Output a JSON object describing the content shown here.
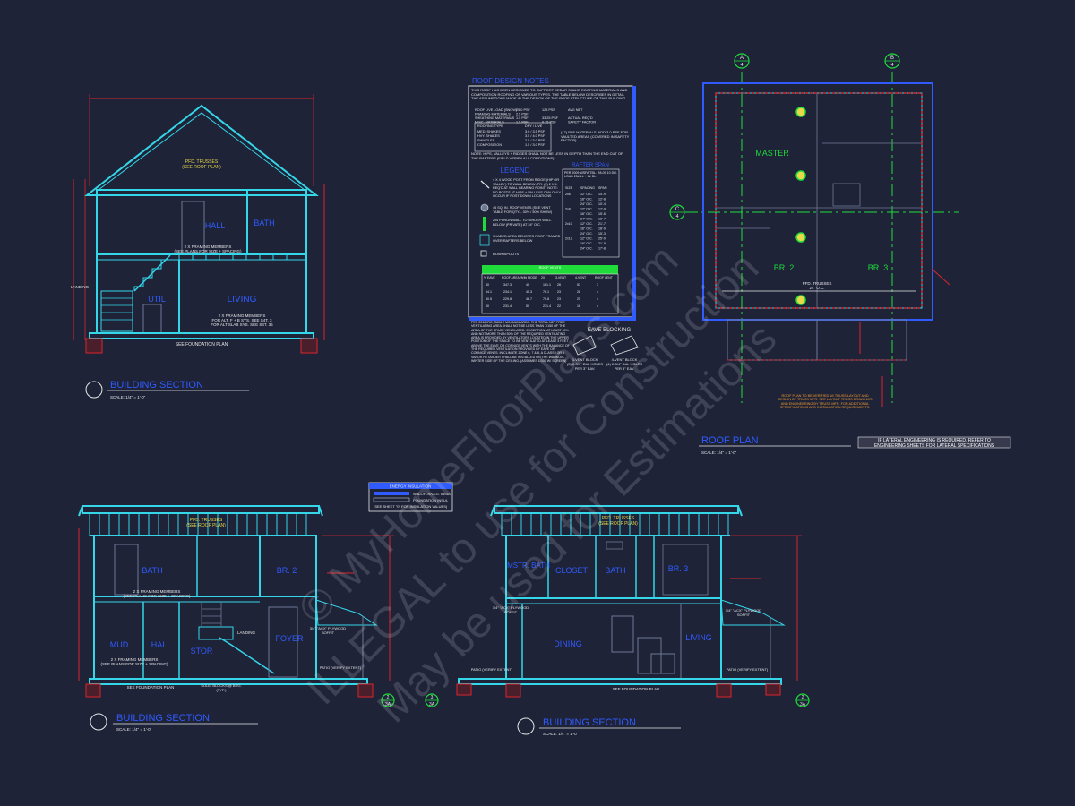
{
  "section_a": {
    "title": "BUILDING SECTION",
    "scale": "SCALE: 1/4\" = 1'-0\"",
    "trusses": "PFD. TRUSSES",
    "trusses_note": "(SEE ROOF PLAN)",
    "rooms": [
      "HALL",
      "BATH",
      "LIVING",
      "UTIL"
    ],
    "framing": "2 X FRAMING MEMBERS",
    "framing_note": "(SEE PLANS FOR SIZE + SPACING)",
    "framing_note2": "FOR ALT. F + B SYS. SEE S4T. 3",
    "framing_note3": "FOR ALT SLAB SYS. SEE S4T. 35",
    "foundation": "SEE FOUNDATION PLAN",
    "landing": "LANDING"
  },
  "notes": {
    "title": "ROOF DESIGN NOTES",
    "intro": "THIS ROOF HAS BEEN DESIGNED TO SUPPORT CEDAR SHAKE ROOFING MATERIALS AND COMPOSITION ROOFING OF VARIOUS TYPES. THE TABLE BELOW DESCRIBES IN DETAIL THE ASSUMPTIONS MADE IN THE DESIGN OF THE ROOF STRUCTURE OF THIS BUILDING.",
    "loads": [
      [
        "ROOF LIVE LOAD (SNOW)",
        "25.0 PSF",
        "125 PSF",
        "AVG NET"
      ],
      [
        "FRAMING MATERIALS",
        "2.5 PSF",
        "",
        ""
      ],
      [
        "SHEATHING MATERIALS",
        "1.5 PSF",
        "33.25 PSF",
        "ACTUAL REQ'D"
      ],
      [
        "MISC. MATERIALS",
        "1.5 PSF",
        "0.75 PSF",
        "SAFETY FACTOR"
      ]
    ],
    "roof_types_header": [
      "ROOFING TYPE",
      "DRY / LIVE"
    ],
    "roof_types": [
      [
        "MED. SHAKES",
        "3.0 / 3.5 PSF"
      ],
      [
        "HVY. SHAKES",
        "3.5 / 4.0 PSF"
      ],
      [
        "SHINGLES",
        "2.5 / 3.0 PSF"
      ],
      [
        "COMPOSITION",
        "1.5 / 3.0 PSF"
      ]
    ],
    "note_vaults": "NOTE: HIPS, VALLEYS + RIDGES SHALL NOT BE LESS IN DEPTH THAN THE END CUT OF THE RAFTERS (FIELD VERIFY ALL CONDITIONS)",
    "weight_note": "(17) PSF MATERIALS. ADD 3.0 PSF FOR VAULTED AREAS (COVERED IN SAFETY FACTOR)",
    "legend_title": "LEGEND",
    "legend_items": [
      "4 X 4 WOOD POST FROM RIDGE (HIP OR VALLEY) TO WALL BELOW (PR. (2) 2 X 4 REQ'D AT WALL BEARING POINT) NOTE: NO POSTS AT HIPS + VALLEYS CAN ONLY OCCUR IF POST DOWN LOCATIONS",
      "45 SQ. IN. ROOF VENTS (SEE VENT TABLE FOR QTY. - 30% / 50%  SHOW)",
      "2x4 PURLIN WALL TO GIRDER WALL BELOW (PRIVATE) AT 24\" O.C.",
      "SHADED AREA DENOTES ROOF FRAMED OVER RAFTERS BELOW",
      "DOWNSPOUTS"
    ],
    "span_title": "RAFTER SPAN",
    "span_note": "PER 2009 WSFA TBL. R8-09 10 DR. LOAD 25# LL + 8# DL",
    "span_header": [
      "SIZE",
      "SPACING",
      "SPAN"
    ],
    "span_rows": [
      [
        "2x6",
        "12\" O.C.",
        "14'-9\""
      ],
      [
        "",
        "16\" O.C.",
        "12'-8\""
      ],
      [
        "",
        "24\" O.C.",
        "10'-4\""
      ],
      [
        "2x8",
        "12\" O.C.",
        "17'-9\""
      ],
      [
        "",
        "16\" O.C.",
        "15'-6\""
      ],
      [
        "",
        "24\" O.C.",
        "12'-7\""
      ],
      [
        "2x10",
        "12\" O.C.",
        "21'-7\""
      ],
      [
        "",
        "16\" O.C.",
        "18'-9\""
      ],
      [
        "",
        "24\" O.C.",
        "15'-3\""
      ],
      [
        "2x12",
        "12\" O.C.",
        "25'-0\""
      ],
      [
        "",
        "16\" O.C.",
        "21'-8\""
      ],
      [
        "",
        "24\" O.C.",
        "17'-8\""
      ]
    ],
    "vents_title": "ROOF VENTS",
    "vents_header": [
      "% EAVE",
      "ROOF AREA (ft²)",
      "% RIDGE",
      "2X",
      "3-VENT",
      "4-VENT",
      "ROOF VENT"
    ],
    "vents_rows": [
      [
        "40",
        "347.3",
        "40",
        "161.1",
        "26",
        "53",
        "3"
      ],
      [
        "54.1",
        "234.1",
        "45.3",
        "78.1",
        "23",
        "28",
        "4"
      ],
      [
        "50.5",
        "229.8",
        "46.7",
        "70.8",
        "23",
        "25",
        "4"
      ],
      [
        "50",
        "231.4",
        "50",
        "231.4",
        "22",
        "16",
        "4"
      ]
    ],
    "vent_para": "PER 2015 IRC, R806.2 MINIMUM AREA: THE TOTAL NET FREE VENTILATING AREA SHALL NOT BE LESS THAN 1/150 OF THE AREA OF THE SPACE VENTILATED. EXCEPTION: AT LEAST 40% AND NOT MORE THAN 50% OF THE REQUIRED VENTILATING AREA IS PROVIDED BY VENTILATORS LOCATED IN THE UPPER PORTION OF THE SPACE TO BE VENTILATED AT LEAST 3 FEET ABOVE THE EAVE OR CORNICE VENTS WITH THE BALANCE OF THE REQUIRED VENTILATION PROVIDED BY EAVE OR CORNICE VENTS. IN CLIMATE ZONE 6, 7 & 8, A CLASS I OR II VAPOR RETARDER SHALL BE INSTALLED ON THE WARM-IN-WINTER SIDE OF THE CEILING. (ASSUMES 1/300 W/ SCREEN)",
    "eave_title": "EAVE BLOCKING",
    "eave_3": "3-VENT BLOCK",
    "eave_3b": "(3) 2-3/4\" DIA. HOLES",
    "eave_3c": "PER 3\" EAV.",
    "eave_4": "4-VENT BLOCK",
    "eave_4b": "(4) 2-3/4\" DIA. HOLES",
    "eave_4c": "PER 3\" EAV."
  },
  "roof_plan": {
    "title": "ROOF PLAN",
    "scale": "SCALE: 1/4\" = 1'-0\"",
    "rooms": [
      "MASTER",
      "BR. 2",
      "BR. 3"
    ],
    "trusses": "PFD. TRUSSES",
    "trusses2": "24\" O.C.",
    "note": "ROOF PLAN TO BE VERIFIED W/ TRUSS LAYOUT AND DESIGN BY TRUSS MFR. SEE LAYOUT TRUSS DRAWINGS AND ENGINEERING BY TRUSS MFR. FOR ADDITIONAL SPECIFICATIONS AND INSTALLATION REQUIREMENTS.",
    "markers": [
      {
        "num": "A",
        "sheet": "4"
      },
      {
        "num": "B",
        "sheet": "4"
      },
      {
        "num": "C",
        "sheet": "4"
      }
    ],
    "engineering_1": "IF LATERAL ENGINEERING IS REQUIRED, REFER TO",
    "engineering_2": "ENGINEERING SHEETS FOR LATERAL SPECIFICATIONS"
  },
  "energy": {
    "title": "ENERGY INSULATION",
    "line1": "WALL/FLR/CLG. INSUL",
    "line2": "FOUNDATION INSUL",
    "line3": "(SEE SHEET \"0\" FOR INSULATION VALUES)"
  },
  "section_b": {
    "title": "BUILDING SECTION",
    "scale": "SCALE: 1/4\" = 1'-0\"",
    "trusses": "PFD. TRUSSES",
    "trusses_note": "(SEE ROOF PLAN)",
    "rooms": [
      "BATH",
      "BR. 2",
      "MUD",
      "HALL",
      "STOR",
      "FOYER"
    ],
    "landing": "LANDING",
    "soffit": "3/4\" \"ACX\" PLYWOOD SOFFIT",
    "patio": "PATIO (VERIFY EXTENT)",
    "foundation": "SEE FOUNDATION PLAN",
    "blocks": "SOLID BLOCKS @ BRG. (TYP.)",
    "framing": "2 X FRAMING MEMBERS",
    "framing_note": "(SEE PLANS FOR SIZE + SPACING)",
    "marker": {
      "num": "2",
      "sheet": "3A"
    }
  },
  "section_c": {
    "title": "BUILDING SECTION",
    "scale": "SCALE: 1/4\" = 1'-0\"",
    "trusses": "PFD. TRUSSES",
    "trusses_note": "(SEE ROOF PLAN)",
    "rooms": [
      "MSTR. BATH",
      "CLOSET",
      "BATH",
      "BR. 3",
      "DINING",
      "LIVING"
    ],
    "soffit": "3/4\" \"ACX\" PLYWOOD SOFFIT",
    "patio": "PATIO (VERIFY EXTENT)",
    "foundation": "SEE FOUNDATION PLAN",
    "marker_l": {
      "num": "3",
      "sheet": "3A"
    },
    "marker_r": {
      "num": "2",
      "sheet": "3A"
    }
  },
  "watermark": {
    "line1": "© MyHomeFloorPlans.com",
    "line2": "ILLEGAL to use for Construction",
    "line3": "May be used for Estimations"
  },
  "colors": {
    "background": "#1f2338",
    "cyan": "#34d6e8",
    "blue": "#2f5bff",
    "red": "#d8262b",
    "green": "#1fdc3a",
    "yellow": "#e8d84a",
    "white": "#e6e6e6",
    "orange": "#f09a2c"
  }
}
